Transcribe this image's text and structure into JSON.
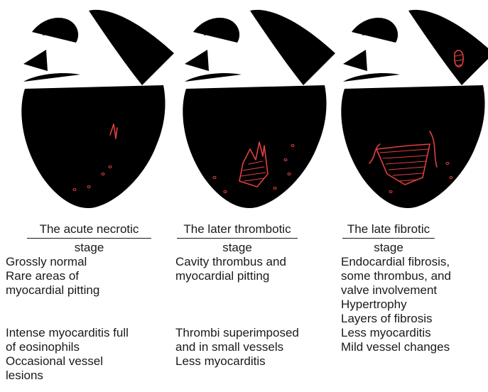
{
  "stages": [
    {
      "title_line1": "The acute necrotic",
      "title_line2": "stage",
      "group1": [
        "Grossly normal",
        "Rare areas of",
        "myocardial pitting"
      ],
      "group2": [
        "Intense myocarditis full",
        "of eosinophils",
        "Occasional vessel",
        "lesions"
      ]
    },
    {
      "title_line1": "The later thrombotic",
      "title_line2": "stage",
      "group1": [
        "Cavity thrombus and",
        "myocardial pitting"
      ],
      "group2": [
        "Thrombi superimposed",
        "and in small vessels",
        "Less myocarditis"
      ]
    },
    {
      "title_line1": "The late fibrotic",
      "title_line2": "stage",
      "group1": [
        "Endocardial fibrosis,",
        "some thrombus, and",
        "valve involvement",
        "Hypertrophy",
        "Layers of fibrosis",
        "Less myocarditis",
        "Mild vessel changes"
      ],
      "group2": []
    }
  ],
  "colors": {
    "drawing": "#e04040",
    "text": "#1a1a1a"
  }
}
